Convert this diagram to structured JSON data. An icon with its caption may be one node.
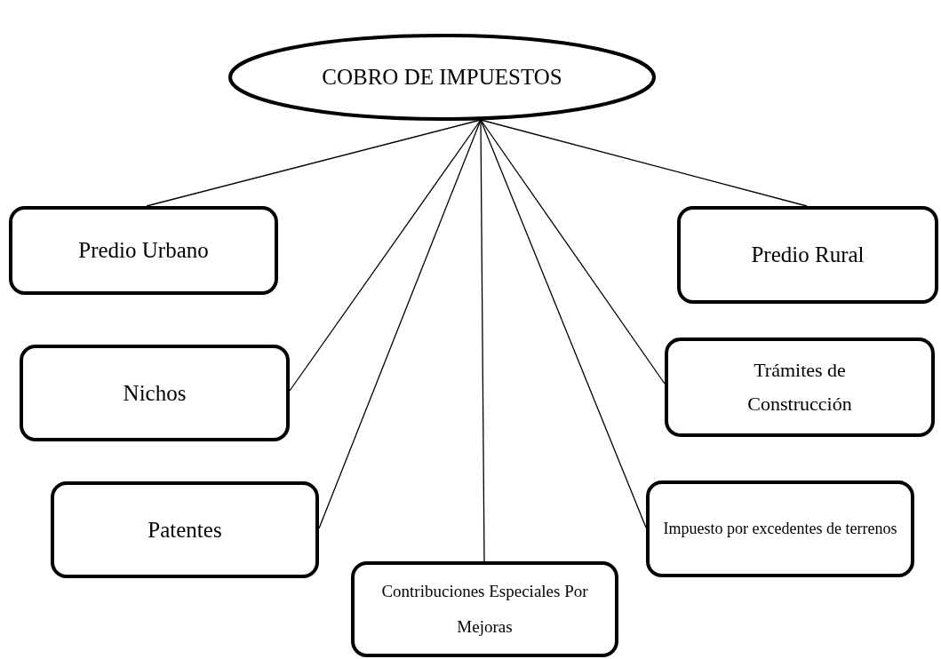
{
  "diagram": {
    "nodes": [
      {
        "text": [
          "COBRO DE IMPUESTOS"
        ]
      },
      {
        "text": [
          "Predio Urbano"
        ]
      },
      {
        "text": [
          "Predio Rural"
        ]
      },
      {
        "text": [
          "Nichos"
        ]
      },
      {
        "text": [
          "Trámites de Construcción"
        ]
      },
      {
        "text": [
          "Patentes"
        ]
      },
      {
        "text": [
          "Impuesto por excedentes de terrenos"
        ]
      },
      {
        "text": [
          "Contribuciones Especiales Por Mejoras"
        ]
      }
    ],
    "edges": [
      {
        "from": 0,
        "to": 1,
        "arrow": "none"
      },
      {
        "from": 0,
        "to": 2,
        "arrow": "none"
      },
      {
        "from": 0,
        "to": 3,
        "arrow": "none"
      },
      {
        "from": 0,
        "to": 4,
        "arrow": "none"
      },
      {
        "from": 0,
        "to": 5,
        "arrow": "none"
      },
      {
        "from": 0,
        "to": 6,
        "arrow": "none"
      },
      {
        "from": 0,
        "to": 7,
        "arrow": "none"
      }
    ]
  }
}
